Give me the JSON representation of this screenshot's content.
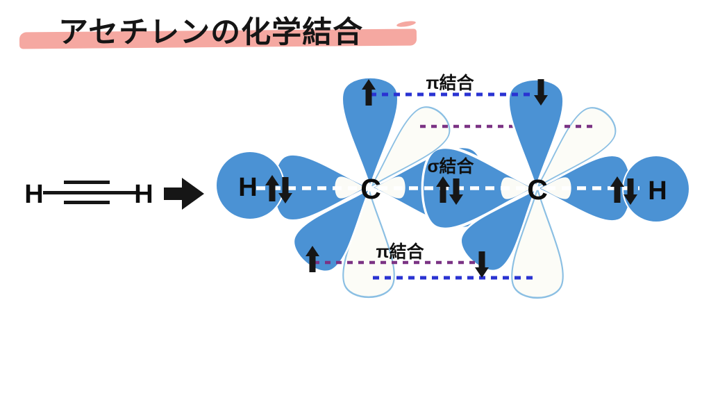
{
  "title": "アセチレンの化学結合",
  "formula": {
    "h_left": "H",
    "h_right": "H"
  },
  "diagram": {
    "h_left": "H",
    "c_left": "C",
    "c_right": "C",
    "h_right": "H",
    "labels": {
      "pi_top": "π結合",
      "sigma": "σ結合",
      "pi_bottom": "π結合"
    }
  },
  "colors": {
    "orbital_blue": "#4b92d4",
    "white_lobe_fill": "#fcfcf7",
    "white_lobe_stroke": "#8bbfe3",
    "back_lobe_white": "#fbfbf6",
    "pi_dash_blue": "#2a33d2",
    "pi_dash_purple": "#7b3384",
    "sigma_dash_white": "#ffffff",
    "title_highlight_pink": "#f5a8a1",
    "ink_black": "#161616"
  }
}
